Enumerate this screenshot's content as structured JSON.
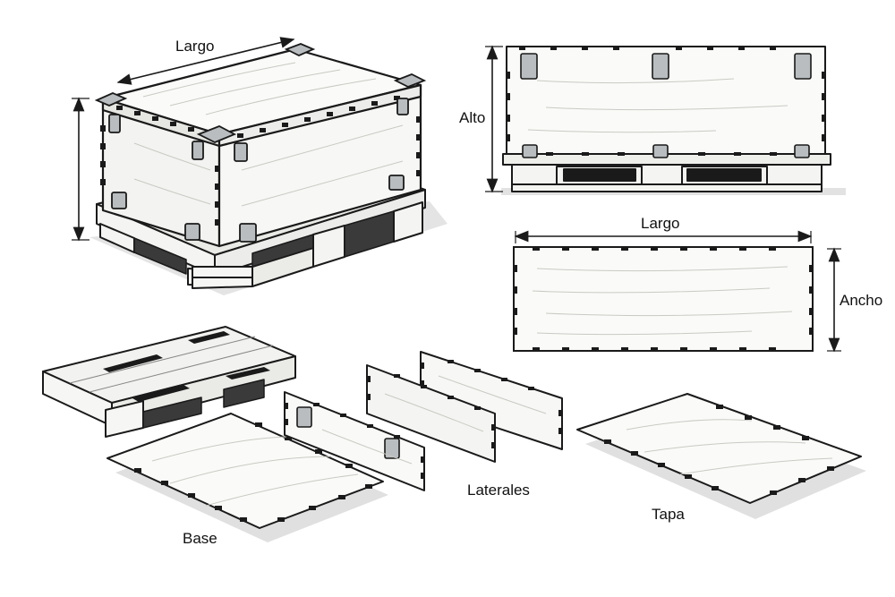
{
  "labels": {
    "iso_largo": "Largo",
    "front_alto": "Alto",
    "top_largo": "Largo",
    "top_ancho": "Ancho",
    "base": "Base",
    "laterales": "Laterales",
    "tapa": "Tapa"
  },
  "colors": {
    "stroke": "#1a1a1a",
    "wood": "#f4f4f2",
    "wood_dark": "#dcdcd8",
    "grain": "#c9c9c4",
    "shadow": "#d6d6d6",
    "metal": "#b9bdbf",
    "background": "#ffffff"
  }
}
